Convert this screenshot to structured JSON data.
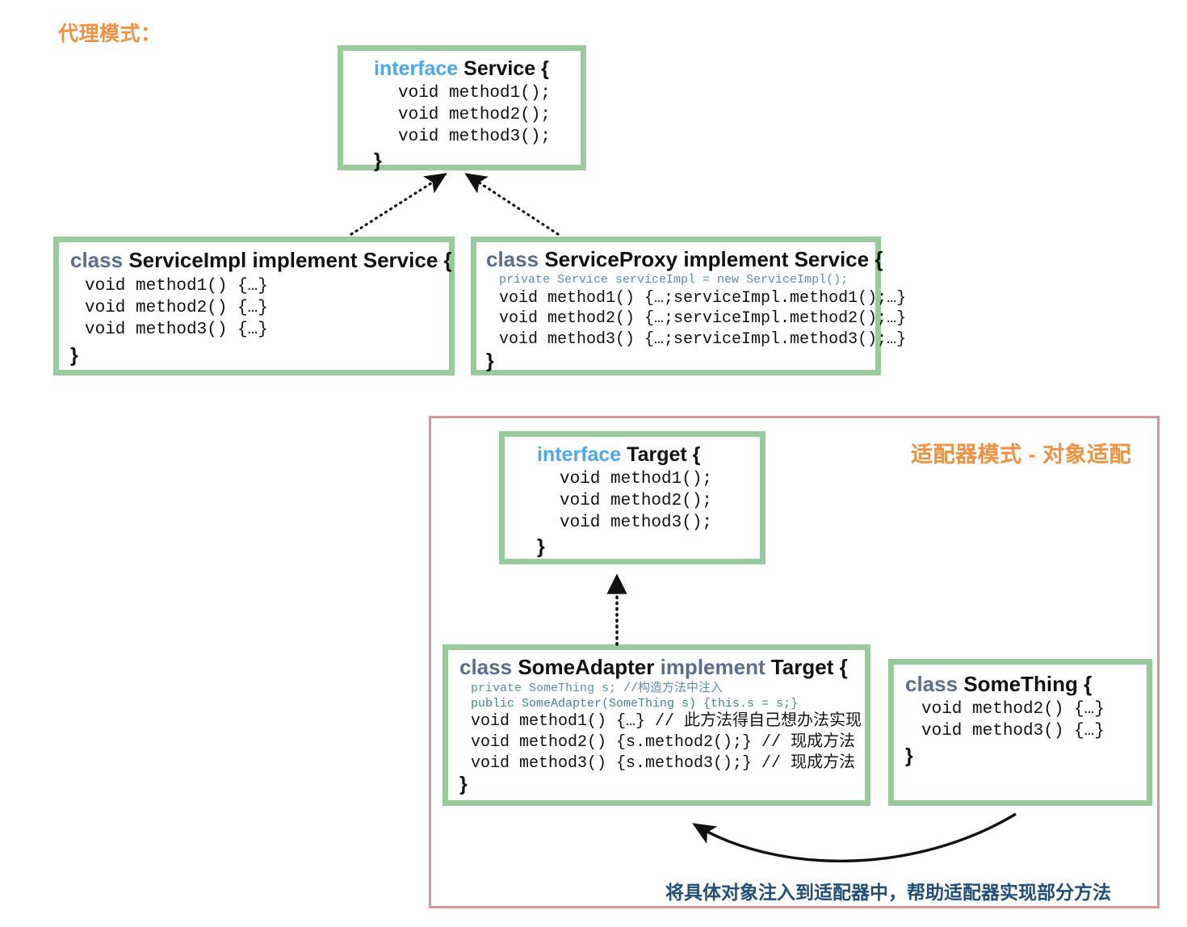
{
  "proxy_section": {
    "title": "代理模式：",
    "service_interface": {
      "keyword": "interface",
      "name": "Service {",
      "methods": [
        "void method1();",
        "void method2();",
        "void method3();"
      ],
      "closing_brace": "}"
    },
    "service_impl": {
      "keyword": "class",
      "name": "ServiceImpl implement Service {",
      "methods": [
        "void method1() {…}",
        "void method2() {…}",
        "void method3() {…}"
      ],
      "closing_brace": "}"
    },
    "service_proxy": {
      "keyword": "class",
      "name": "ServiceProxy implement Service {",
      "field": "private Service serviceImpl = new ServiceImpl();",
      "methods": [
        "void method1() {…;serviceImpl.method1();…}",
        "void method2() {…;serviceImpl.method2();…}",
        "void method3() {…;serviceImpl.method3();…}"
      ],
      "closing_brace": "}"
    }
  },
  "adapter_section": {
    "title": "适配器模式 - 对象适配",
    "caption": "将具体对象注入到适配器中，帮助适配器实现部分方法",
    "target_interface": {
      "keyword": "interface",
      "name": "Target {",
      "methods": [
        "void method1();",
        "void method2();",
        "void method3();"
      ],
      "closing_brace": "}"
    },
    "some_adapter": {
      "keyword": "class",
      "name": "SomeAdapter",
      "keyword2": "implement",
      "name2": "Target {",
      "field": "private SomeThing s; //构造方法中注入",
      "constructor": "public SomeAdapter(SomeThing s) {this.s = s;}",
      "methods": [
        "void method1() {…} // 此方法得自己想办法实现",
        "void method2() {s.method2();} // 现成方法",
        "void method3() {s.method3();} // 现成方法"
      ],
      "closing_brace": "}"
    },
    "some_thing": {
      "keyword": "class",
      "name": "SomeThing {",
      "methods": [
        "void method2() {…}",
        "void method3() {…}"
      ],
      "closing_brace": "}"
    }
  },
  "colors": {
    "title_orange": "#ef9140",
    "box_border_green": "#98cb9c",
    "panel_border_pink": "#d89797",
    "interface_blue": "#4aa8f0",
    "class_slate": "#5a6e8c",
    "code_blue": "#5b8fa8",
    "code_teal": "#3f8a8a",
    "caption_navy": "#1f4e79"
  }
}
